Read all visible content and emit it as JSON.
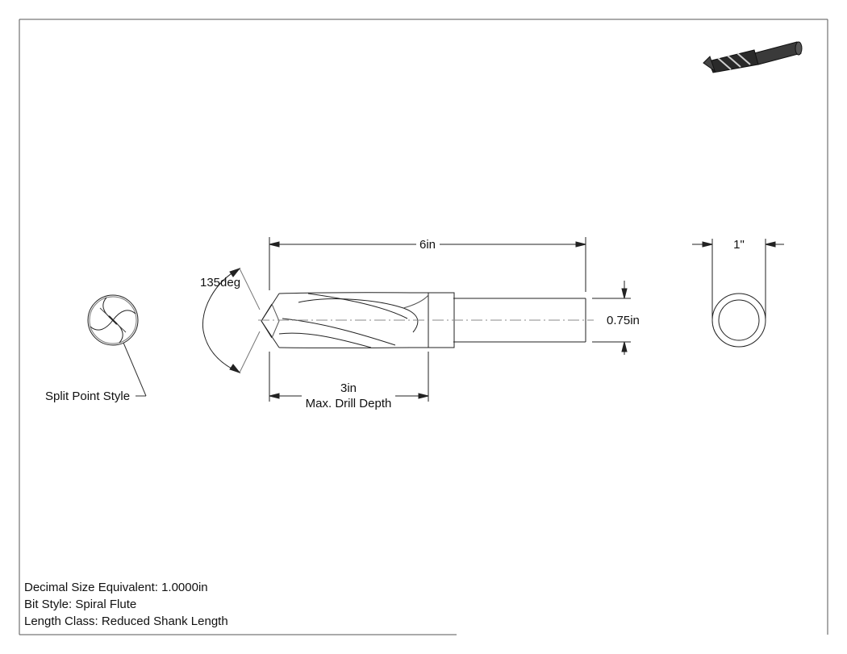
{
  "dimensions": {
    "overall_length": "6in",
    "point_angle": "135deg",
    "shank_diameter": "0.75in",
    "cut_diameter": "1\"",
    "drill_depth": "3in",
    "drill_depth_label": "Max. Drill Depth"
  },
  "callouts": {
    "point_style": "Split Point Style"
  },
  "notes": {
    "decimal_size": "Decimal Size Equivalent: 1.0000in",
    "bit_style": "Bit Style: Spiral Flute",
    "length_class": "Length Class: Reduced Shank Length"
  }
}
